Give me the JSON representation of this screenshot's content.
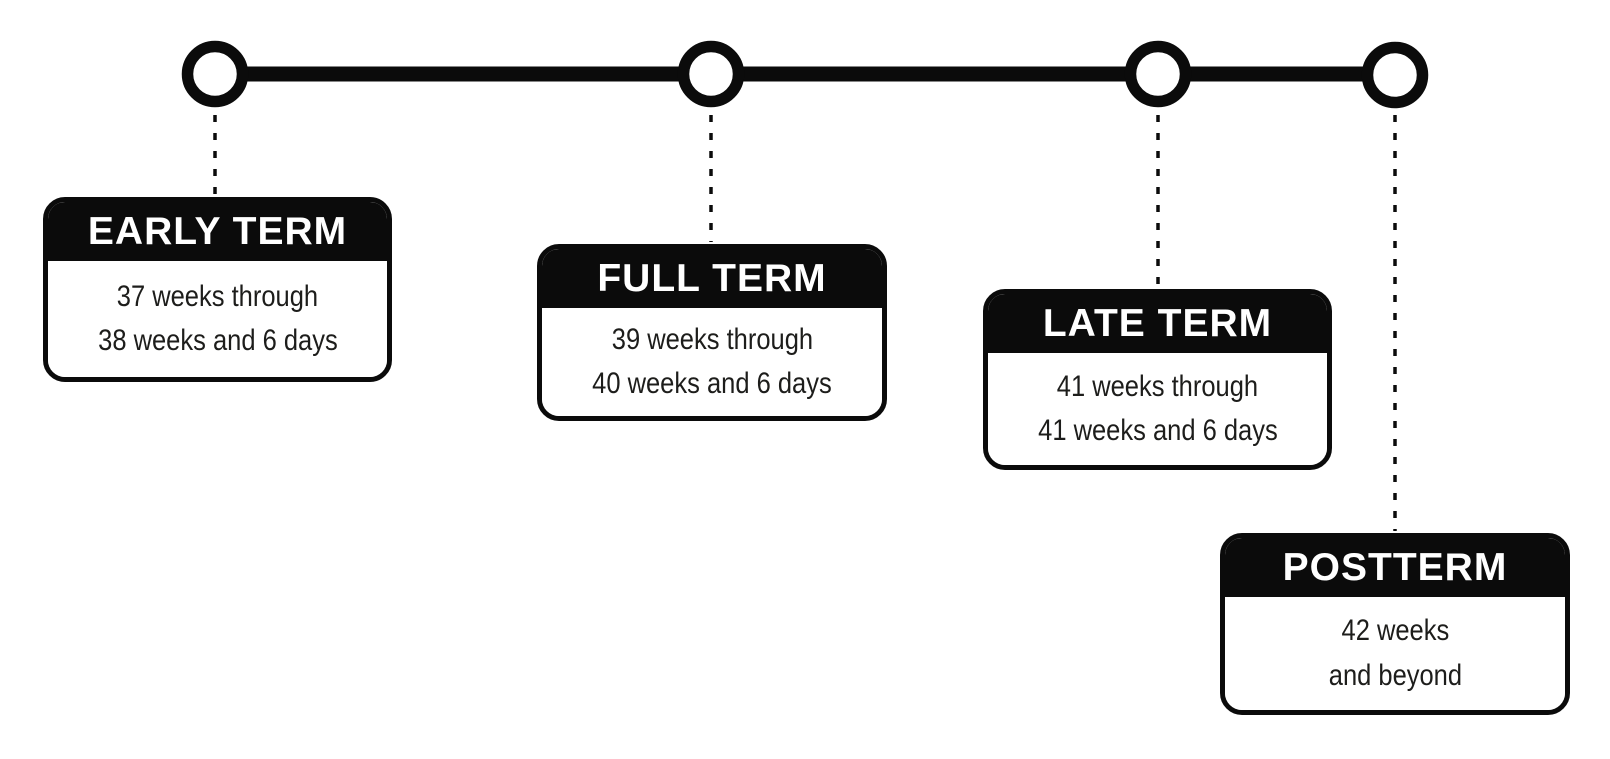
{
  "milestones": [
    {
      "label": "EARLY TERM",
      "line1": "37 weeks through",
      "line2": "38 weeks and 6 days"
    },
    {
      "label": "FULL TERM",
      "line1": "39 weeks through",
      "line2": "40 weeks and 6 days"
    },
    {
      "label": "LATE TERM",
      "line1": "41 weeks through",
      "line2": "41 weeks and 6 days"
    },
    {
      "label": "POSTTERM",
      "line1": "42 weeks",
      "line2": "and beyond"
    }
  ],
  "colors": {
    "ink": "#0b0b0b",
    "card_header_bg": "#0b0b0b",
    "card_header_text": "#ffffff",
    "card_body_bg": "#ffffff",
    "card_body_text": "#1d1d1b",
    "background": "#ffffff"
  }
}
